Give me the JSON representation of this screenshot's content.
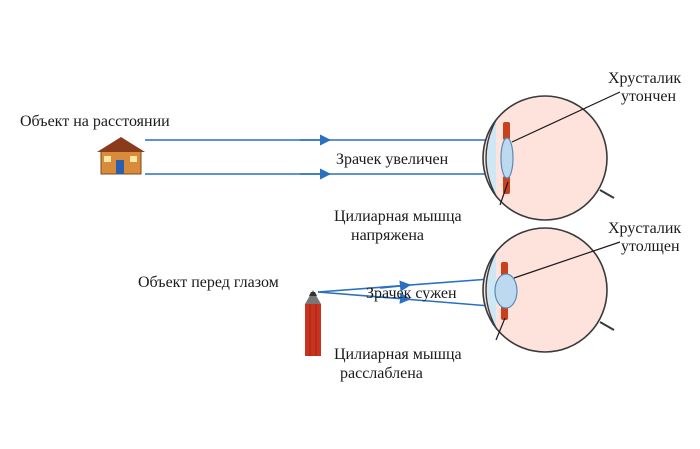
{
  "top_panel": {
    "object_label": "Объект на расстоянии",
    "pupil_label": "Зрачек увеличен",
    "lens_label_line1": "Хрусталик",
    "lens_label_line2": "утончен",
    "muscle_label_line1": "Цилиарная мышца",
    "muscle_label_line2": "напряжена"
  },
  "bottom_panel": {
    "object_label": "Объект перед глазом",
    "pupil_label": "Зрачек сужен",
    "lens_label_line1": "Хрусталик",
    "lens_label_line2": "утолщен",
    "muscle_label_line1": "Цилиарная мышца",
    "muscle_label_line2": "расслаблена"
  },
  "colors": {
    "ray": "#2a6fc0",
    "eye_outline": "#3a3a3a",
    "eye_fill": "#fde3dc",
    "muscle": "#c8401e",
    "lens": "#cfe6f5",
    "house_wall": "#d98a3a",
    "house_roof": "#8a3b1c",
    "pencil": "#c8321e"
  }
}
